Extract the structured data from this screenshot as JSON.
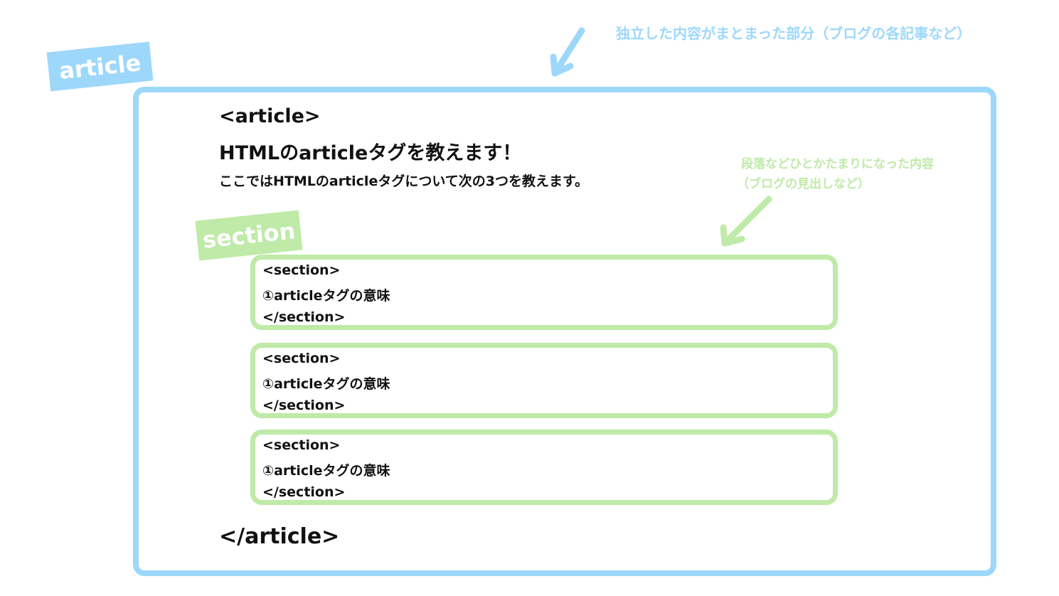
{
  "colors": {
    "article": "#9dd8fb",
    "section": "#bfeaa8"
  },
  "article_label": "article",
  "section_label": "section",
  "article_note": "独立した内容がまとまった部分（ブログの各記事など）",
  "section_note": [
    "段落などひとかたまりになった内容",
    "（ブログの見出しなど）"
  ],
  "article": {
    "open_tag": "<article>",
    "title": "HTMLのarticleタグを教えます！",
    "lead": "ここではHTMLのarticleタグについて次の3つを教えます。",
    "close_tag": "</article>"
  },
  "sections": [
    {
      "open": "<section>",
      "text": "①articleタグの意味",
      "close": "</section>"
    },
    {
      "open": "<section>",
      "text": "①articleタグの意味",
      "close": "</section>"
    },
    {
      "open": "<section>",
      "text": "①articleタグの意味",
      "close": "</section>"
    }
  ]
}
